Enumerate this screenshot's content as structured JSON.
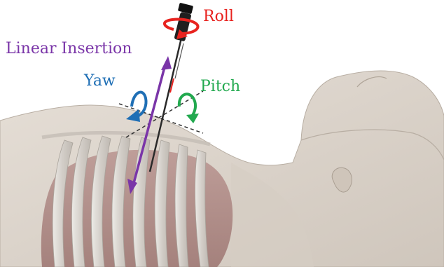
{
  "labels": {
    "roll": "Roll",
    "linear_insertion": "Linear Insertion",
    "yaw": "Yaw",
    "pitch": "Pitch"
  },
  "colors": {
    "roll": "#e8231f",
    "linear_insertion": "#7a35a8",
    "yaw": "#1f6fb5",
    "pitch": "#22a94f",
    "skin": "#dbd3ca",
    "ribs": "#cfcac3",
    "cavity": "#a8837d"
  },
  "icons": {
    "roll": "curved-arrow-roll",
    "yaw": "curved-arrow-yaw",
    "pitch": "curved-arrow-pitch",
    "linear": "double-headed-arrow"
  }
}
